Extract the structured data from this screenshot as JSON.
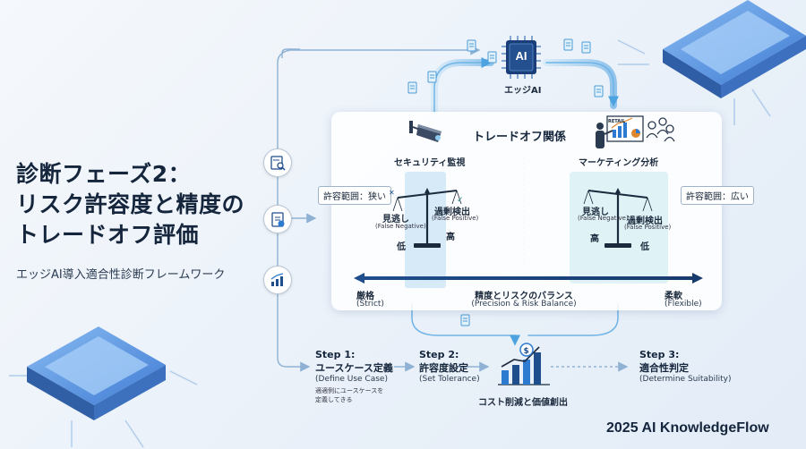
{
  "title_lines": [
    "診断フェーズ2：",
    "リスク許容度と精度の",
    "トレードオフ評価"
  ],
  "subtitle": "エッジAI導入適合性診断フレームワーク",
  "ai_chip": {
    "icon_text": "AI",
    "label": "エッジAI"
  },
  "panel": {
    "title": "トレードオフ関係",
    "left_col": {
      "label": "セキュリティ監視",
      "range": "許容範囲：狭い",
      "fn_label": "見逃し",
      "fn_sub": "(False Negative)",
      "fn_level": "低",
      "fp_label": "過剰検出",
      "fp_sub": "(False Positive)",
      "fp_level": "高"
    },
    "right_col": {
      "label": "マーケティング分析",
      "range": "許容範囲：広い",
      "fn_label": "見逃し",
      "fn_sub": "(False Negative)",
      "fn_level": "高",
      "fp_label": "過剰検出",
      "fp_sub": "(False Positive)",
      "fp_level": "低"
    },
    "chart_text": "RETAIL",
    "axis": {
      "left": "厳格",
      "left_sub": "(Strict)",
      "center": "精度とリスクのバランス",
      "center_sub": "(Precision & Risk Balance)",
      "right": "柔軟",
      "right_sub": "(Flexible)"
    }
  },
  "steps": [
    {
      "title": "Step 1:",
      "name": "ユースケース定義",
      "en": "(Define Use Case)",
      "note_lines": [
        "適適例にユースケースを",
        "定義してきる"
      ]
    },
    {
      "title": "Step 2:",
      "name": "許容度設定",
      "en": "(Set Tolerance)"
    },
    {
      "title": "Step 3:",
      "name": "適合性判定",
      "en": "(Determine Suitability)"
    }
  ],
  "outcome": "コスト削減と価値創出",
  "brand": "2025 AI KnowledgeFlow",
  "colors": {
    "accent": "#1f4e8c",
    "highlight": "#cfe6f7",
    "dark": "#14253c"
  }
}
